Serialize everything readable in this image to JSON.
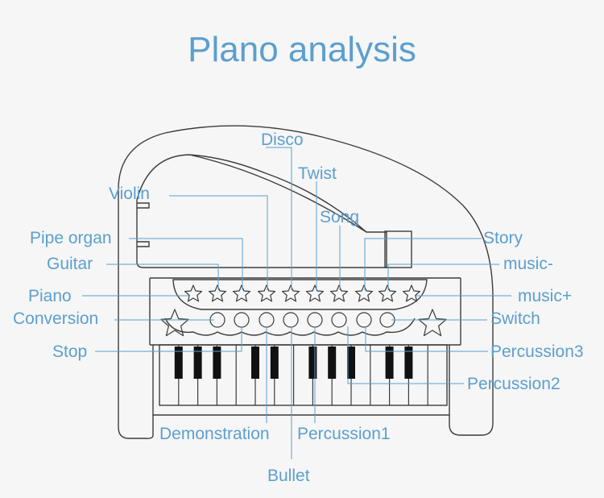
{
  "title": "Plano analysis",
  "colors": {
    "text": "#5b9fcf",
    "outline": "#3c3c3c",
    "leader": "#5b9fcf",
    "background": "#f6f6f6"
  },
  "labels": {
    "disco": "Disco",
    "twist": "Twist",
    "violin": "Violin",
    "song": "Song",
    "pipe_organ": "Pipe organ",
    "story": "Story",
    "guitar": "Guitar",
    "music_minus": "music-",
    "piano": "Piano",
    "music_plus": "music+",
    "conversion": "Conversion",
    "switch": "Switch",
    "stop": "Stop",
    "percussion3": "Percussion3",
    "percussion2": "Percussion2",
    "demonstration": "Demonstration",
    "percussion1": "Percussion1",
    "bullet": "Bullet"
  }
}
